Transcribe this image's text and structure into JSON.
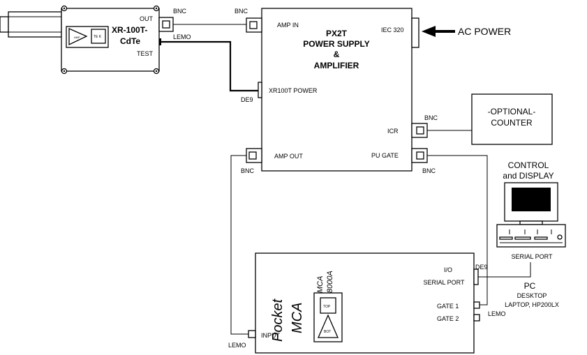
{
  "detector": {
    "name_line1": "XR-100T-",
    "name_line2": "CdTe",
    "out_label": "OUT",
    "test_label": "TEST",
    "inner_left": "AMP",
    "inner_right": "TE K"
  },
  "connectors": {
    "bnc_out": "BNC",
    "bnc_amp_in": "BNC",
    "lemo_test": "LEMO",
    "de9_power": "DE9",
    "bnc_amp_out": "BNC",
    "bnc_icr": "BNC",
    "bnc_pu_gate": "BNC",
    "lemo_input": "LEMO",
    "de9_serial": "DE9",
    "lemo_gate": "LEMO"
  },
  "px2t": {
    "title_line1": "PX2T",
    "title_line2": "POWER SUPPLY",
    "title_line3": "&",
    "title_line4": "AMPLIFIER",
    "amp_in": "AMP IN",
    "iec": "IEC 320",
    "xr100t_power": "XR100T POWER",
    "icr": "ICR",
    "amp_out": "AMP OUT",
    "pu_gate": "PU GATE"
  },
  "ac_power": "AC POWER",
  "counter": {
    "line1": "-OPTIONAL-",
    "line2": "COUNTER"
  },
  "pc": {
    "control_line1": "CONTROL",
    "control_line2": "and DISPLAY",
    "serial_port": "SERIAL PORT",
    "pc_label": "PC",
    "desktop": "DESKTOP",
    "laptop": "LAPTOP, HP200LX"
  },
  "mca": {
    "title_line1": "Pocket",
    "title_line2": "MCA",
    "model_line1": "MCA",
    "model_line2": "8000A",
    "io_line1": "I/O",
    "io_line2": "SERIAL PORT",
    "gate1": "GATE 1",
    "gate2": "GATE 2",
    "input": "INPUT",
    "chip_top": "TOP",
    "chip_bottom": "BOT"
  }
}
